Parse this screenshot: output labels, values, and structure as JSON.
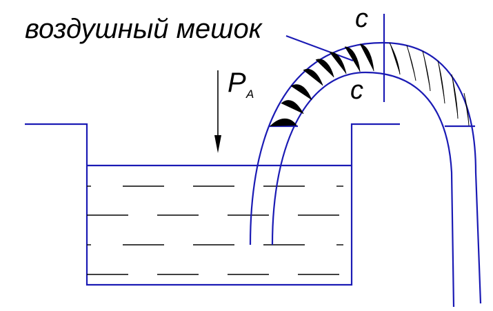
{
  "labels": {
    "air_pocket": "воздушный мешок",
    "section_top": "c",
    "section_bottom": "c",
    "pressure_symbol": "P",
    "pressure_subscript": "A"
  },
  "colors": {
    "outline": "#1a1ab4",
    "arrow": "#000000",
    "hatch": "#000000"
  }
}
